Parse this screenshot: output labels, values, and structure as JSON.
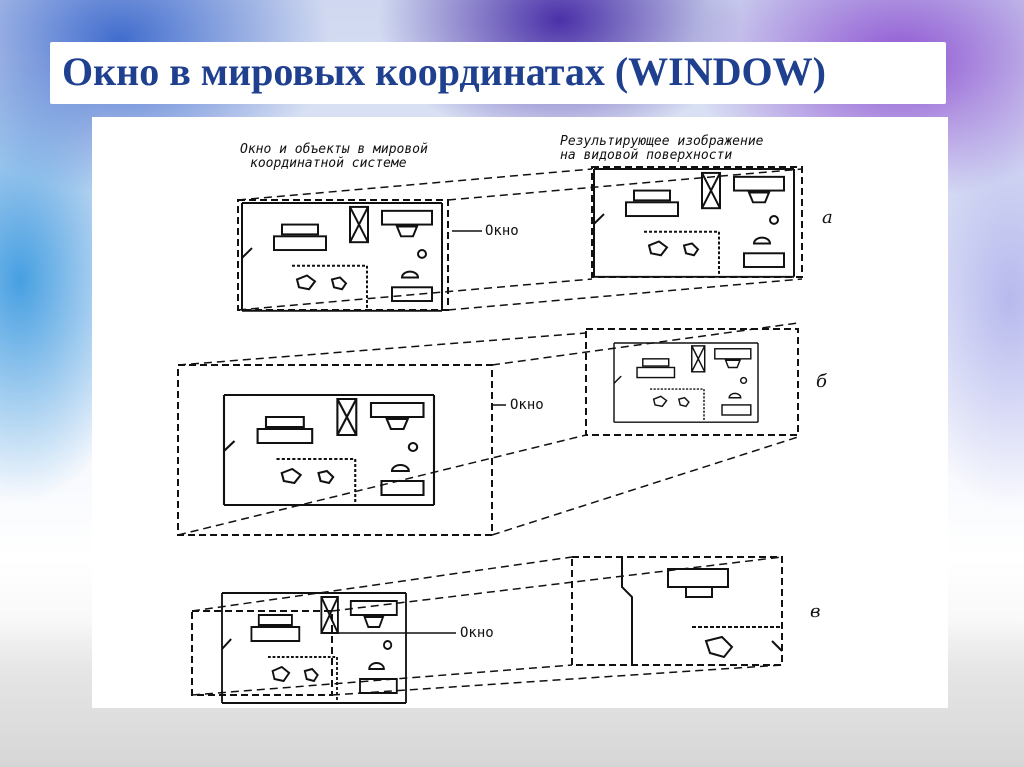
{
  "slide": {
    "title": "Окно в мировых координатах (WINDOW)"
  },
  "figure": {
    "caption_world": [
      "Окно и объекты в мировой",
      "координатной системе"
    ],
    "caption_result": [
      "Результирующее изображение",
      "на видовой поверхности"
    ],
    "window_label": "Окно",
    "panel_marks": [
      "а",
      "б",
      "в"
    ]
  }
}
